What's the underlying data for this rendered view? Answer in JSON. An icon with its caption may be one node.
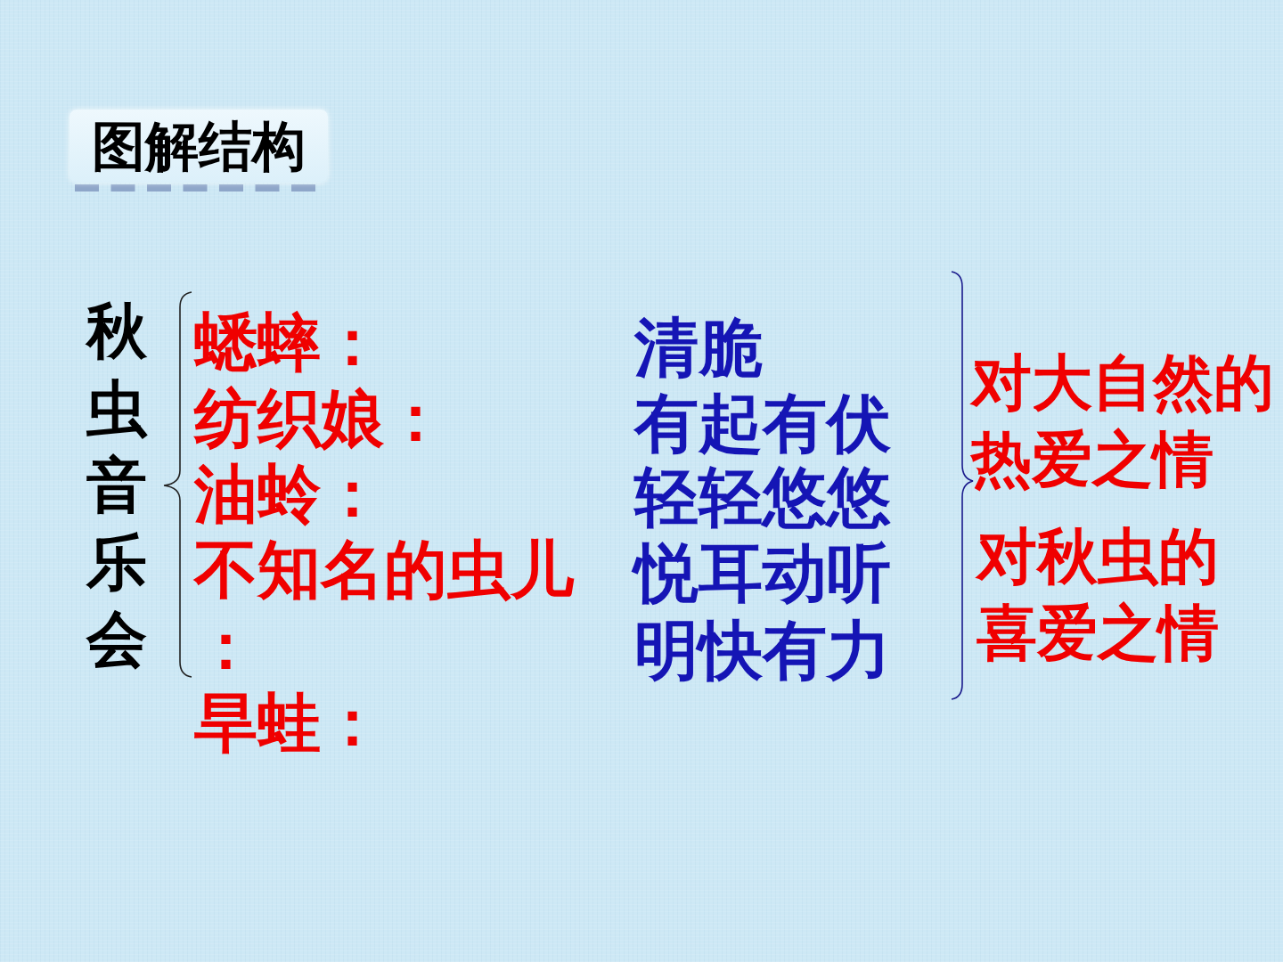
{
  "diagram": {
    "title": "图解结构",
    "labels": [
      "秋虫音乐会",
      "蟋蟀：",
      "纺织娘：",
      "油蛉：",
      "不知名的虫儿：",
      "旱蛙：",
      "清脆",
      "有起有伏",
      "轻轻悠悠",
      "悦耳动听",
      "明快有力",
      "对大自然的热爱之情",
      "对秋虫的喜爱之情"
    ]
  }
}
